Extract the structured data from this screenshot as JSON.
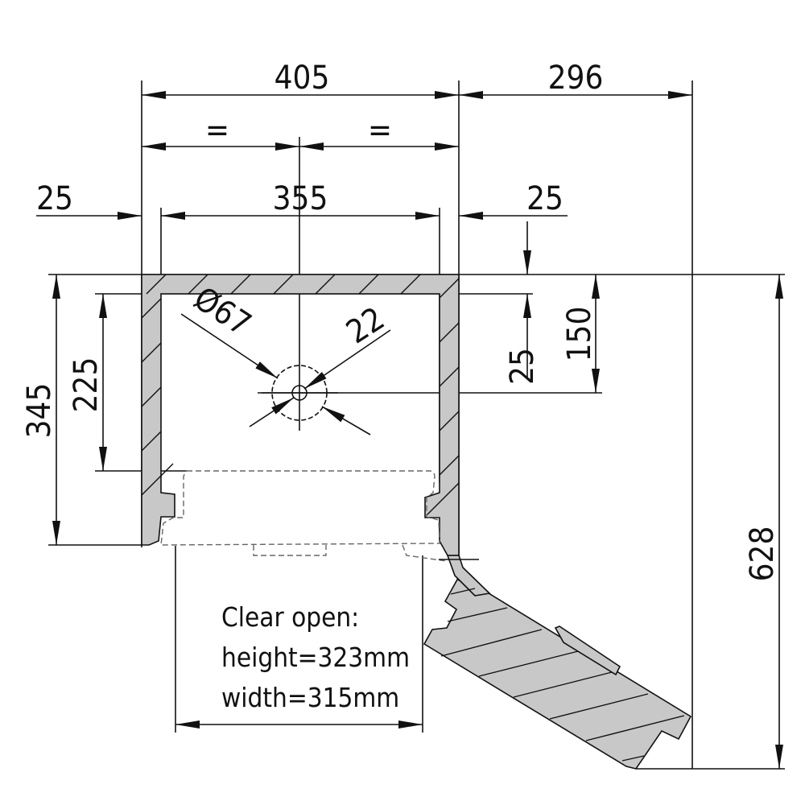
{
  "dimensions": {
    "overall_width": "405",
    "right_offset": "296",
    "equal_left": "=",
    "equal_right": "=",
    "left_wall": "25",
    "inner_width": "355",
    "right_wall": "25",
    "hole_diameter": "Ø67",
    "hole_inner": "22",
    "top_wall": "25",
    "hole_depth": "150",
    "overall_depth": "345",
    "inner_depth": "225",
    "door_swing_depth": "628"
  },
  "note": {
    "line1": "Clear open:",
    "line2": "height=323mm",
    "line3": "width=315mm"
  }
}
